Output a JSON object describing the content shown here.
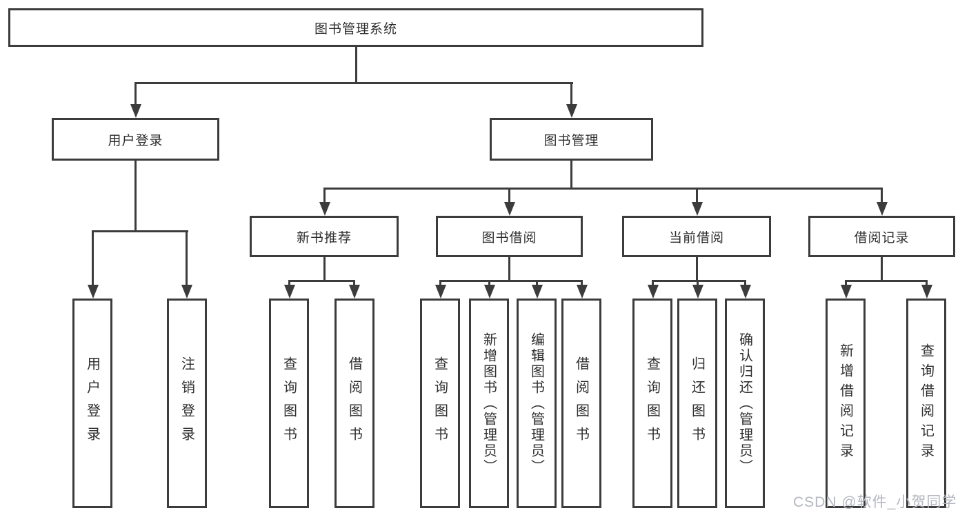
{
  "diagram": {
    "root": "图书管理系统",
    "level2": [
      {
        "label": "用户登录",
        "leaves": [
          "用户登录",
          "注销登录"
        ]
      },
      {
        "label": "图书管理",
        "groups": [
          {
            "label": "新书推荐",
            "leaves": [
              "查询图书",
              "借阅图书"
            ]
          },
          {
            "label": "图书借阅",
            "leaves": [
              "查询图书",
              "新增图书（管理员）",
              "编辑图书（管理员）",
              "借阅图书"
            ]
          },
          {
            "label": "当前借阅",
            "leaves": [
              "查询图书",
              "归还图书",
              "确认归还（管理员）"
            ]
          },
          {
            "label": "借阅记录",
            "leaves": [
              "新增借阅记录",
              "查询借阅记录"
            ]
          }
        ]
      }
    ]
  },
  "colors": {
    "line": "#3c3c3c",
    "text": "#2d2d2d",
    "watermark": "#b4b8bf",
    "background": "#ffffff"
  },
  "watermark": "CSDN @软件_小贺同学"
}
